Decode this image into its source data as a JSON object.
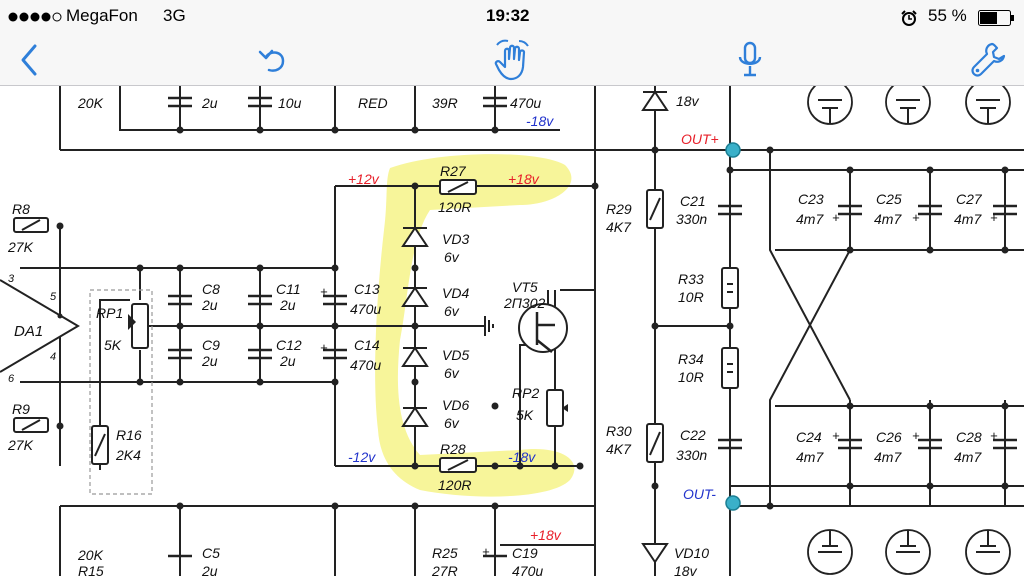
{
  "status": {
    "carrier": "MegaFon",
    "network": "3G",
    "time": "19:32",
    "battery": "55 %"
  },
  "toolbar": {
    "icons": [
      "back-chevron-icon",
      "undo-icon",
      "touch-hand-icon",
      "microphone-icon",
      "wrench-icon"
    ]
  },
  "colors": {
    "accent": "#2f7fd9",
    "highlight": "#f7f59a",
    "red": "#e8202a",
    "blue": "#2233cc",
    "node": "#3ab0c9"
  },
  "schematic": {
    "top_labels": [
      "20K",
      "2u",
      "10u",
      "RED",
      "39R",
      "470u",
      "18v",
      "-18v"
    ],
    "resistors": {
      "r8": [
        "R8",
        "27K"
      ],
      "r9": [
        "R9",
        "27K"
      ],
      "r27": [
        "R27",
        "120R"
      ],
      "r28": [
        "R28",
        "120R"
      ],
      "r29": [
        "R29",
        "4K7"
      ],
      "r30": [
        "R30",
        "4K7"
      ],
      "r33": [
        "R33",
        "10R"
      ],
      "r34": [
        "R34",
        "10R"
      ],
      "r16": [
        "R16",
        "2K4"
      ],
      "rp1": [
        "RP1",
        "5K"
      ],
      "rp2": [
        "RP2",
        "5K"
      ]
    },
    "caps": {
      "c8": [
        "C8",
        "2u"
      ],
      "c9": [
        "C9",
        "2u"
      ],
      "c11": [
        "C11",
        "2u"
      ],
      "c12": [
        "C12",
        "2u"
      ],
      "c13": [
        "C13",
        "470u"
      ],
      "c14": [
        "C14",
        "470u"
      ],
      "c21": [
        "C21",
        "330n"
      ],
      "c22": [
        "C22",
        "330n"
      ],
      "c23": [
        "C23",
        "4m7"
      ],
      "c24": [
        "C24",
        "4m7"
      ],
      "c25": [
        "C25",
        "4m7"
      ],
      "c26": [
        "C26",
        "4m7"
      ],
      "c27": [
        "C27",
        "4m7"
      ],
      "c28": [
        "C28",
        "4m7"
      ]
    },
    "diodes": {
      "vd3": [
        "VD3",
        "6v"
      ],
      "vd4": [
        "VD4",
        "6v"
      ],
      "vd5": [
        "VD5",
        "6v"
      ],
      "vd6": [
        "VD6",
        "6v"
      ]
    },
    "transistor": [
      "VT5",
      "2П302"
    ],
    "opamp": "DA1",
    "pins": [
      "3",
      "5",
      "4",
      "6"
    ],
    "rails": {
      "p12": "+12v",
      "m12": "-12v",
      "p18": "+18v",
      "m18": "-18v",
      "m18b": "-18v",
      "p18b": "+18v"
    },
    "outputs": {
      "out_plus": "OUT+",
      "out_minus": "OUT-"
    },
    "bottom_labels": {
      "r20k": "20K",
      "r15": "R15",
      "c5": "C5",
      "c5v": "2u",
      "r25": "R25",
      "r25v": "27R",
      "c19": "C19",
      "c19v": "470u",
      "vd10": "VD10",
      "vd10v": "18v"
    }
  }
}
